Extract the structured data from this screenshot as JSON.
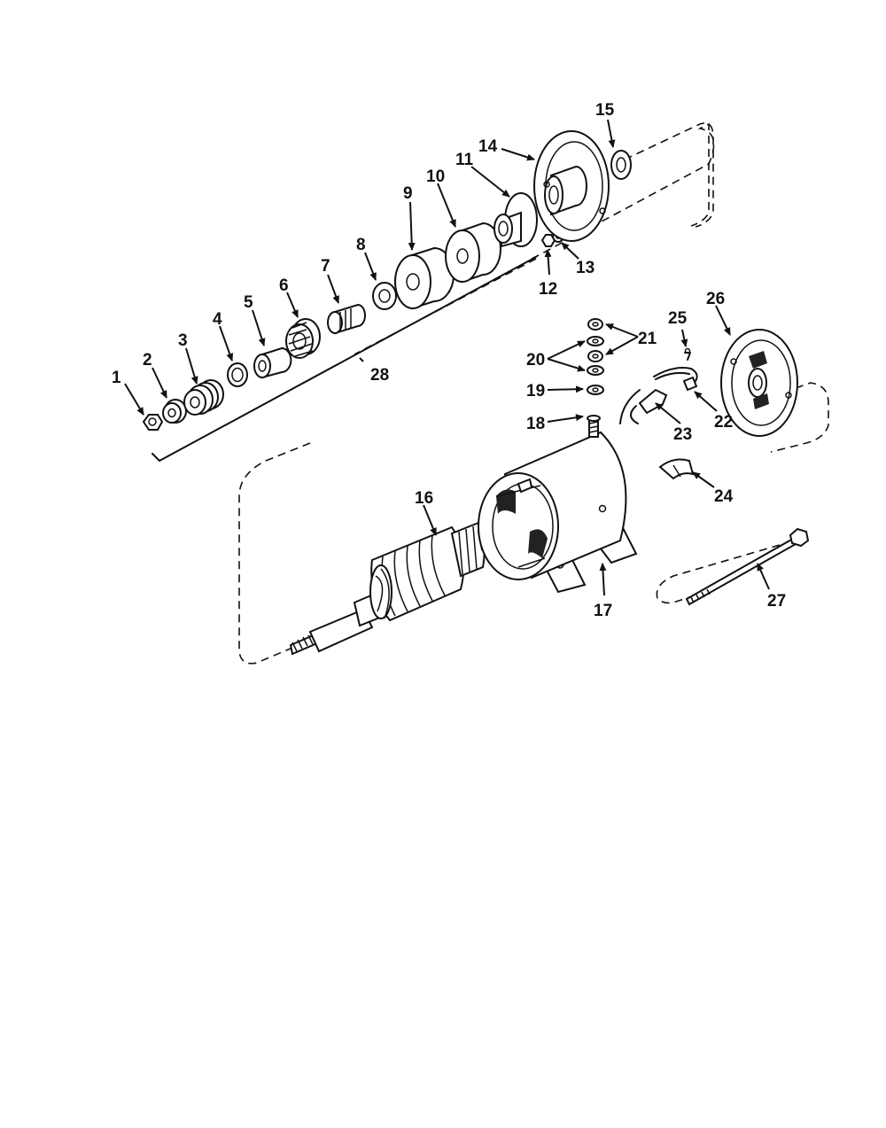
{
  "diagram": {
    "callouts": [
      "1",
      "2",
      "3",
      "4",
      "5",
      "6",
      "7",
      "8",
      "9",
      "10",
      "11",
      "12",
      "13",
      "14",
      "15",
      "16",
      "17",
      "18",
      "19",
      "20",
      "21",
      "22",
      "23",
      "24",
      "25",
      "26",
      "27",
      "28"
    ]
  },
  "colors": {
    "ink": "#111111",
    "background": "#ffffff"
  }
}
